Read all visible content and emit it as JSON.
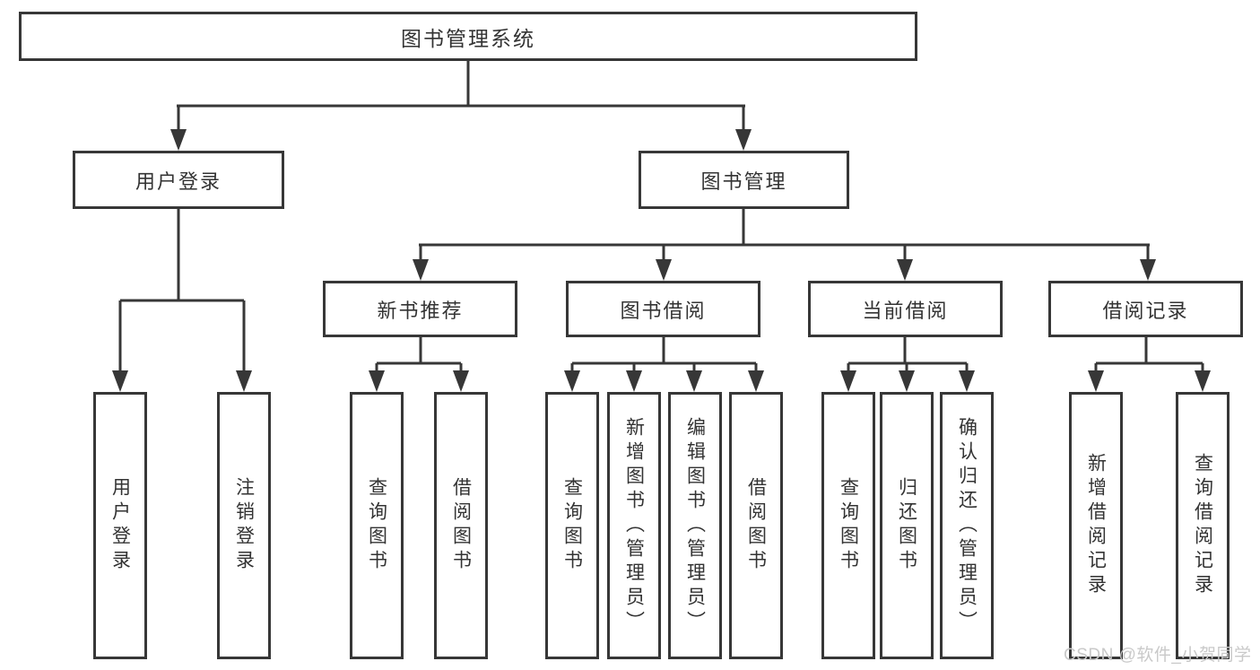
{
  "diagram": {
    "root": {
      "label": "图书管理系统"
    },
    "branches": [
      {
        "label": "用户登录",
        "children": [
          {
            "label": "用户登录"
          },
          {
            "label": "注销登录"
          }
        ]
      },
      {
        "label": "图书管理",
        "children": [
          {
            "label": "新书推荐",
            "children": [
              {
                "label": "查询图书"
              },
              {
                "label": "借阅图书"
              }
            ]
          },
          {
            "label": "图书借阅",
            "children": [
              {
                "label": "查询图书"
              },
              {
                "label": "新增图书（管理员）"
              },
              {
                "label": "编辑图书（管理员）"
              },
              {
                "label": "借阅图书"
              }
            ]
          },
          {
            "label": "当前借阅",
            "children": [
              {
                "label": "查询图书"
              },
              {
                "label": "归还图书"
              },
              {
                "label": "确认归还（管理员）"
              }
            ]
          },
          {
            "label": "借阅记录",
            "children": [
              {
                "label": "新增借阅记录"
              },
              {
                "label": "查询借阅记录"
              }
            ]
          }
        ]
      }
    ]
  },
  "watermark": {
    "text": "CSDN @软件_小贺同学"
  },
  "colors": {
    "line": "#373737",
    "text": "#333333",
    "watermark": "#c9c9c9",
    "background": "#ffffff"
  }
}
